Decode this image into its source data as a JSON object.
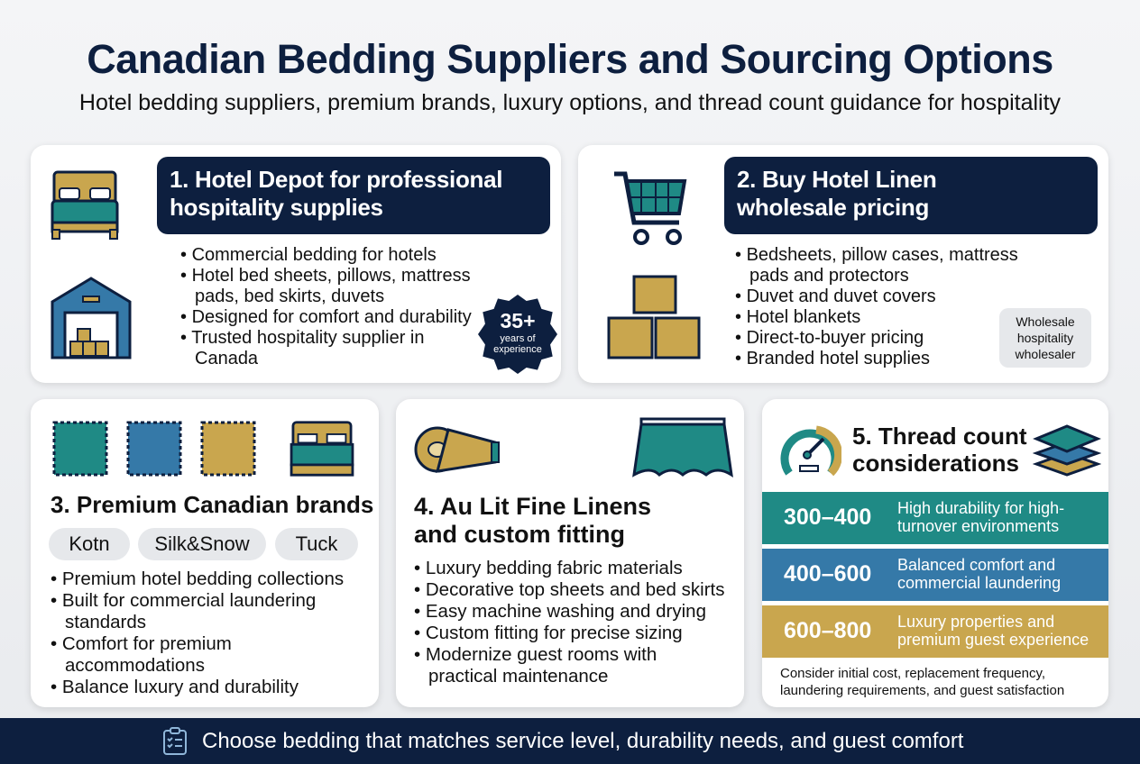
{
  "header": {
    "title": "Canadian Bedding Suppliers and Sourcing Options",
    "subtitle": "Hotel bedding suppliers, premium brands, luxury options, and thread count guidance for hospitality"
  },
  "colors": {
    "navy": "#0d1f3f",
    "teal": "#1f8a85",
    "blue": "#3579a8",
    "gold": "#c9a64e"
  },
  "card1": {
    "heading": "1. Hotel Depot for professional hospitality supplies",
    "icons": [
      "bed-icon",
      "warehouse-icon"
    ],
    "bullets": [
      "Commercial bedding for hotels",
      "Hotel bed sheets, pillows, mattress pads, bed skirts, duvets",
      "Designed for comfort and durability",
      "Trusted hospitality supplier in Canada"
    ],
    "badge": {
      "value": "35+",
      "label": "years of experience"
    }
  },
  "card2": {
    "heading": "2. Buy Hotel Linen wholesale pricing",
    "icons": [
      "shopping-cart-icon",
      "boxes-icon"
    ],
    "bullets": [
      "Bedsheets, pillow cases, mattress pads and protectors",
      "Duvet and duvet covers",
      "Hotel blankets",
      "Direct-to-buyer pricing",
      "Branded hotel supplies"
    ],
    "tag": "Wholesale hospitality wholesaler"
  },
  "card3": {
    "heading": "3. Premium Canadian brands",
    "icons": [
      "fabric-swatch-icon",
      "bed-icon"
    ],
    "brands": [
      "Kotn",
      "Silk&Snow",
      "Tuck"
    ],
    "bullets": [
      "Premium hotel bedding collections",
      "Built for commercial laundering standards",
      "Comfort for premium accommodations",
      "Balance luxury and durability"
    ]
  },
  "card4": {
    "heading": "4. Au Lit Fine Linens and custom fitting",
    "icons": [
      "measuring-tape-icon",
      "bed-skirt-icon"
    ],
    "bullets": [
      "Luxury bedding fabric materials",
      "Decorative top sheets and bed skirts",
      "Easy machine washing and drying",
      "Custom fitting for precise sizing",
      "Modernize guest rooms with practical maintenance"
    ]
  },
  "card5": {
    "heading": "5. Thread count considerations",
    "icons": [
      "gauge-icon",
      "layers-icon"
    ],
    "ranges": [
      {
        "range": "300–400",
        "desc": "High durability for high-turnover environments",
        "color": "#1f8a85"
      },
      {
        "range": "400–600",
        "desc": "Balanced comfort and commercial laundering",
        "color": "#3579a8"
      },
      {
        "range": "600–800",
        "desc": "Luxury properties and premium guest experience",
        "color": "#c9a64e"
      }
    ],
    "note": "Consider initial cost, replacement frequency, laundering requirements, and guest satisfaction"
  },
  "footer": {
    "text": "Choose bedding that matches service level, durability needs, and guest comfort",
    "icon": "clipboard-checklist-icon"
  }
}
